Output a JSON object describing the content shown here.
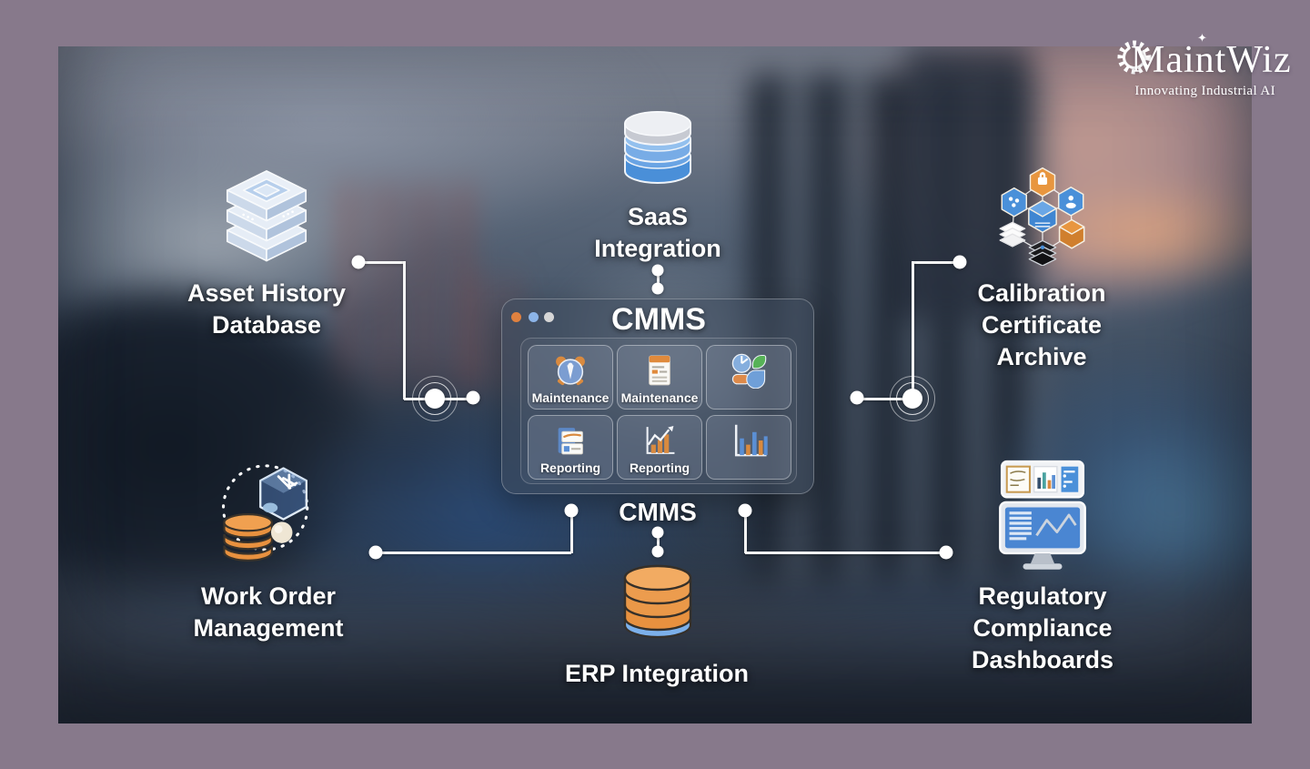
{
  "logo": {
    "name": "MaintWiz",
    "tagline": "Innovating Industrial AI",
    "sparkle": "✦"
  },
  "nodes": {
    "saas": {
      "icon": "database-cylinder-blue",
      "lines": [
        "SaaS",
        "Integration"
      ]
    },
    "asset_history": {
      "icon": "isometric-layer-stack",
      "lines": [
        "Asset History",
        "Database"
      ]
    },
    "calibration": {
      "icon": "hexagon-cluster",
      "lines": [
        "Calibration",
        "Certificate",
        "Archive"
      ]
    },
    "work_order": {
      "icon": "database-with-gear",
      "lines": [
        "Work Order",
        "Management"
      ]
    },
    "erp": {
      "icon": "database-cylinder-orange",
      "lines": [
        "ERP Integration"
      ]
    },
    "regulatory": {
      "icon": "dashboard-monitor",
      "lines": [
        "Regulatory",
        "Compliance",
        "Dashboards"
      ]
    }
  },
  "cmms_panel": {
    "title": "CMMS",
    "bottom_label": "CMMS",
    "window_dot_colors": [
      "#e0813f",
      "#8cb4e8",
      "#d6d6d6"
    ],
    "tiles": [
      {
        "label": "Maintenance",
        "icon": "alarm-clock"
      },
      {
        "label": "Maintenance",
        "icon": "work-order-form"
      },
      {
        "label": "",
        "icon": "pie-quadrants"
      },
      {
        "label": "Reporting",
        "icon": "report-documents"
      },
      {
        "label": "Reporting",
        "icon": "growth-chart-arrow"
      },
      {
        "label": "",
        "icon": "bar-chart"
      }
    ]
  },
  "colors": {
    "frame_border": "#87798b",
    "accent_orange": "#e8913f",
    "accent_blue": "#4a90d9",
    "text": "#ffffff",
    "connector": "#fcfcfc"
  }
}
